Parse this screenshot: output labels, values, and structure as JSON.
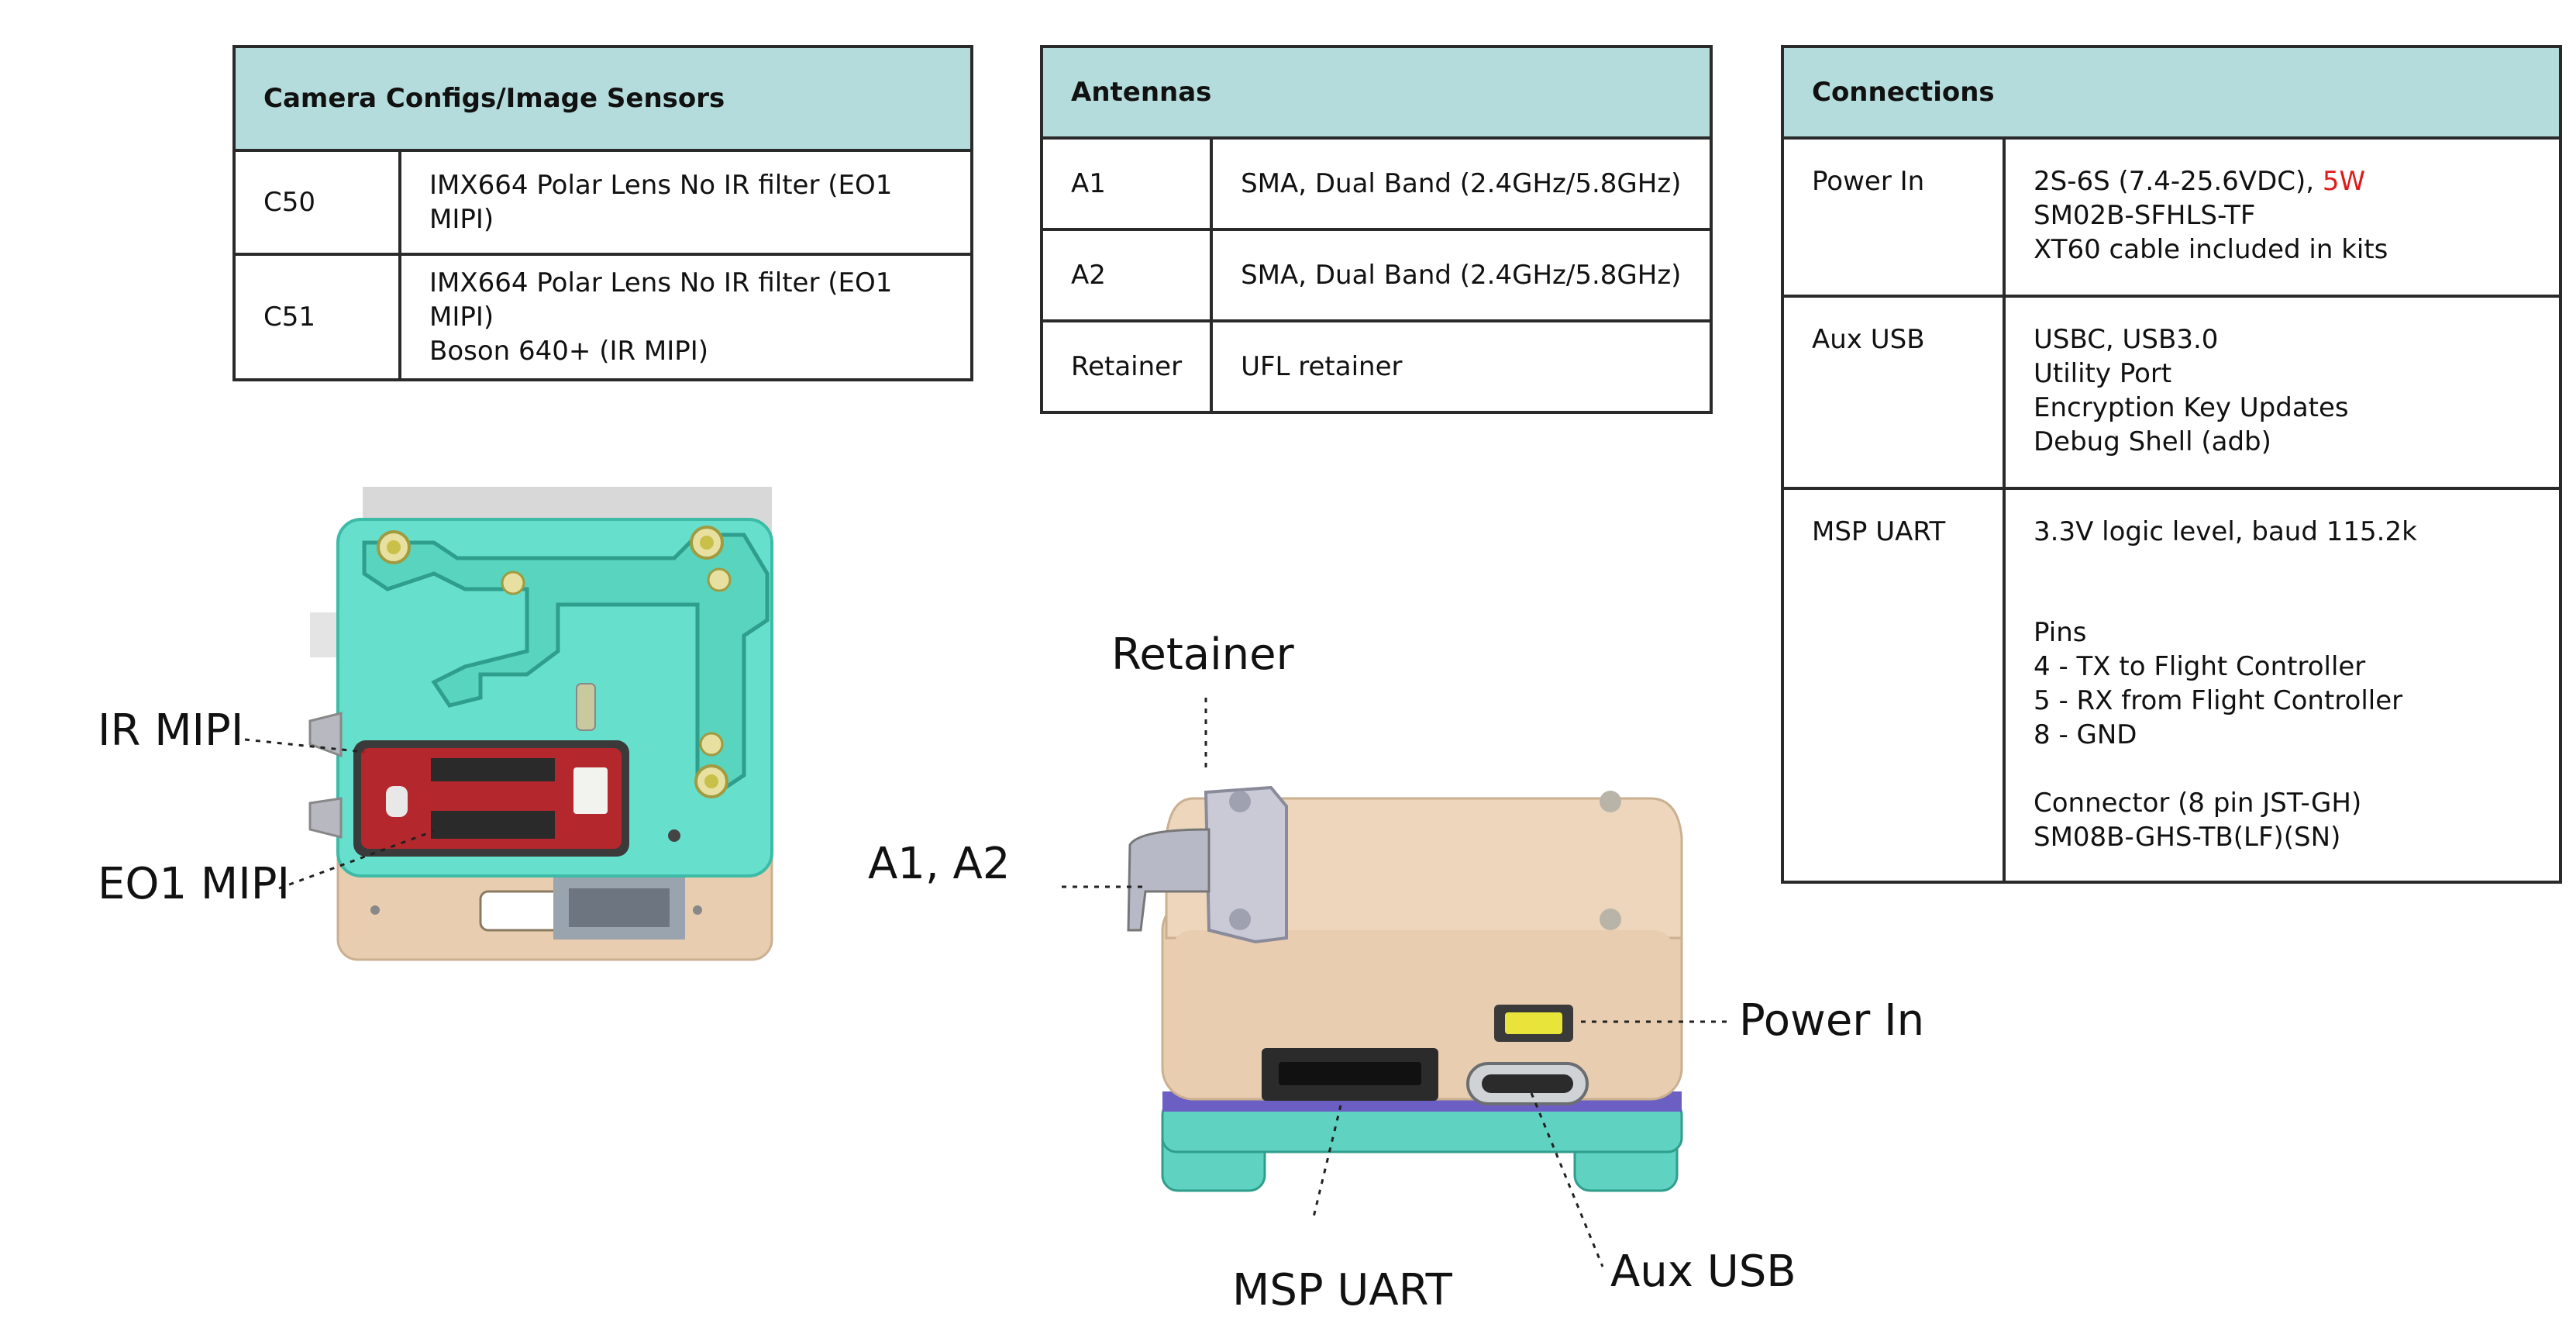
{
  "tables": {
    "camera": {
      "title": "Camera Configs/Image Sensors",
      "rows": [
        {
          "key": "C50",
          "lines": [
            "IMX664 Polar Lens No IR filter (EO1 MIPI)"
          ]
        },
        {
          "key": "C51",
          "lines": [
            "IMX664 Polar Lens No IR filter (EO1 MIPI)",
            "Boson 640+ (IR MIPI)"
          ]
        }
      ]
    },
    "antennas": {
      "title": "Antennas",
      "rows": [
        {
          "key": "A1",
          "value": "SMA, Dual Band (2.4GHz/5.8GHz)"
        },
        {
          "key": "A2",
          "value": "SMA, Dual Band (2.4GHz/5.8GHz)"
        },
        {
          "key": "Retainer",
          "value": "UFL retainer"
        }
      ]
    },
    "connections": {
      "title": "Connections",
      "power_in": {
        "key": "Power In",
        "line1_prefix": "2S-6S (7.4-25.6VDC), ",
        "line1_highlight": "5W",
        "lines": [
          "SM02B-SFHLS-TF",
          "XT60 cable included in kits"
        ]
      },
      "aux_usb": {
        "key": "Aux USB",
        "lines": [
          "USBC, USB3.0",
          "Utility Port",
          "Encryption Key Updates",
          "Debug Shell (adb)"
        ]
      },
      "msp_uart": {
        "key": "MSP UART",
        "lines": [
          "3.3V logic level, baud 115.2k",
          "",
          "",
          "Pins",
          "4 - TX to Flight Controller",
          "5 - RX from Flight Controller",
          "8 - GND",
          "",
          "Connector (8 pin JST-GH)",
          "SM08B-GHS-TB(LF)(SN)"
        ]
      }
    }
  },
  "callouts": {
    "ir_mipi": "IR MIPI",
    "eo1_mipi": "EO1 MIPI",
    "retainer": "Retainer",
    "a1_a2": "A1, A2",
    "power_in": "Power In",
    "msp_uart": "MSP UART",
    "aux_usb": "Aux USB"
  },
  "colors": {
    "header_bg": "#b5dcdc",
    "teal_body": "#66e0cc",
    "tan_body": "#e8cdb0",
    "purple_band": "#6c5fc4",
    "pcb_red": "#b3272d",
    "highlight_red": "#e01b1b"
  }
}
